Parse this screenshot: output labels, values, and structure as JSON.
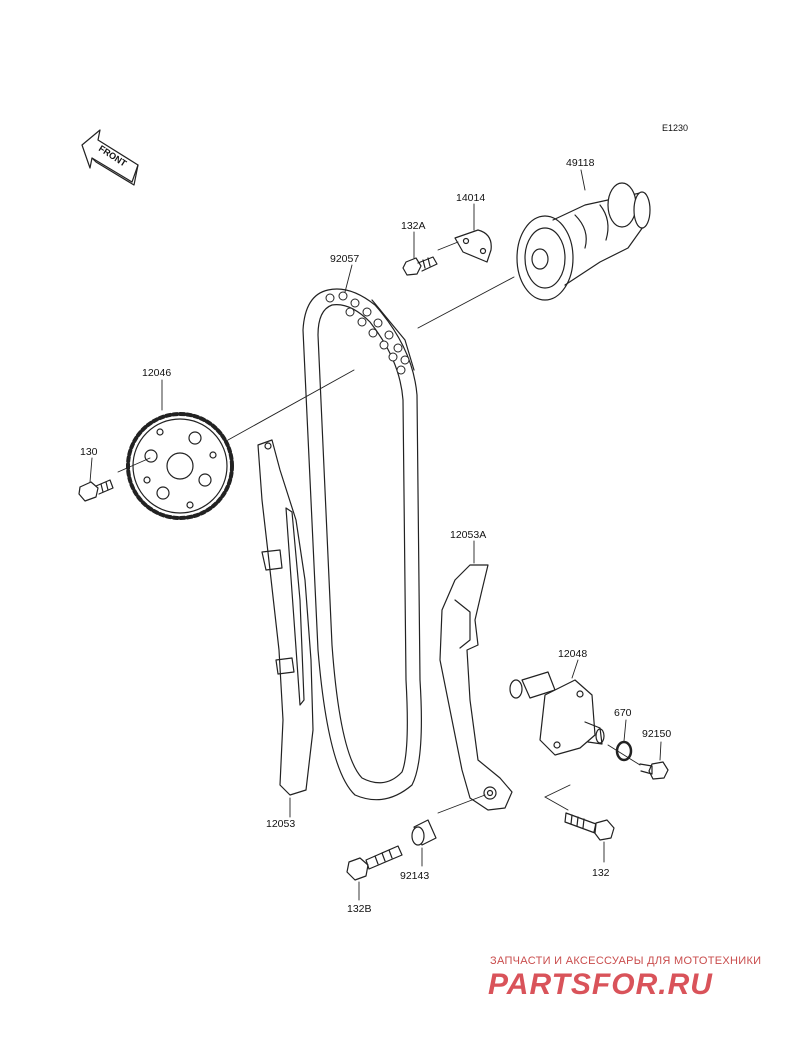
{
  "diagram": {
    "code": "E1230",
    "front_marker": "FRONT",
    "part_numbers": {
      "camshaft": "49118",
      "plate": "14014",
      "plate_bolt": "132A",
      "chain": "92057",
      "cam_sprocket": "12046",
      "sprocket_bolt": "130",
      "chain_guide_front": "12053",
      "chain_guide_rear": "12053A",
      "tensioner": "12048",
      "o_ring": "670",
      "tensioner_bolt_small": "92150",
      "tensioner_bolt": "132",
      "collar": "92143",
      "guide_bolt": "132B"
    }
  },
  "watermark": {
    "tagline": "ЗАПЧАСТИ И АКСЕССУАРЫ ДЛЯ МОТОТЕХНИКИ",
    "brand": "PARTSFOR.RU"
  },
  "colors": {
    "line": "#222222",
    "watermark": "#d9535a"
  }
}
